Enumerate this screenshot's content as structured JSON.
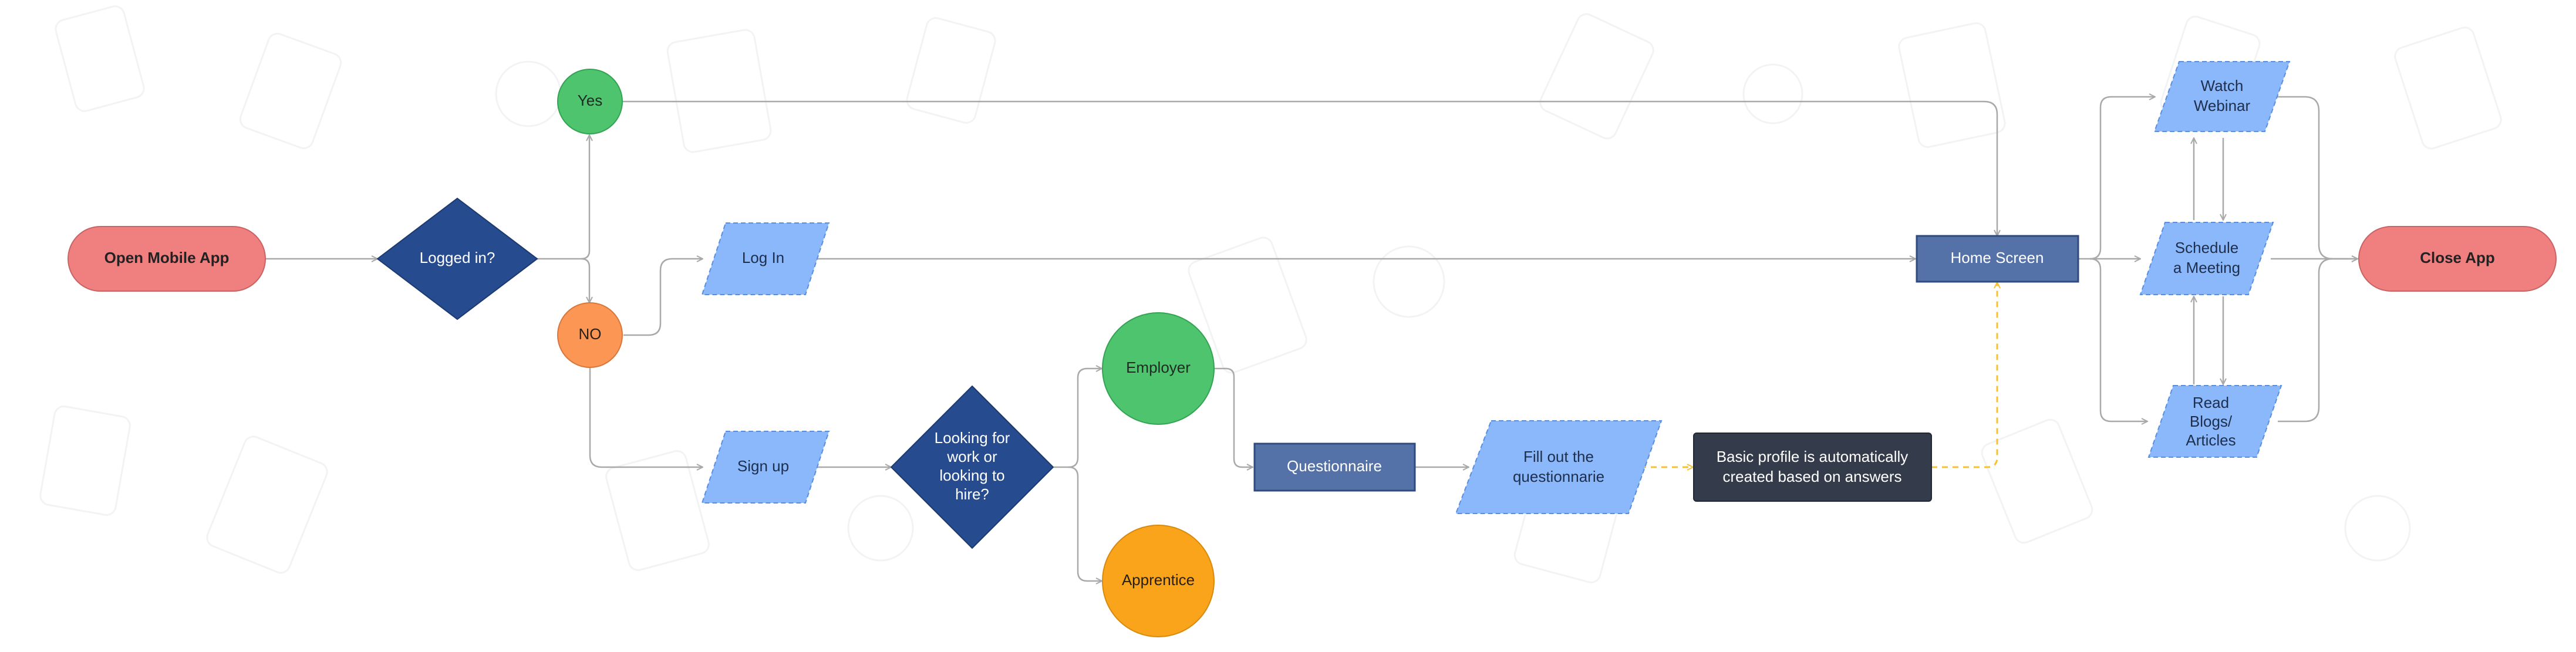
{
  "colors": {
    "terminal": "#f08080",
    "decision": "#264b8e",
    "io": "#8ab8fb",
    "process": "#5572a8",
    "dark_process": "#343b4b",
    "yes": "#4ec46f",
    "no": "#fb9655",
    "apprentice": "#faa41c",
    "connector": "#a9a9a9",
    "dashed_connector": "#f5c233"
  },
  "nodes": {
    "open_app": "Open Mobile App",
    "logged_in": "Logged in?",
    "yes": "Yes",
    "no": "NO",
    "log_in": "Log In",
    "sign_up": "Sign up",
    "looking": [
      "Looking for",
      "work or",
      "looking to",
      "hire?"
    ],
    "employer": "Employer",
    "apprentice": "Apprentice",
    "questionnaire": "Questionnaire",
    "fill_out": [
      "Fill out the",
      "questionnarie"
    ],
    "basic_profile": [
      "Basic profile is automatically",
      "created based on answers"
    ],
    "home_screen": "Home Screen",
    "watch_webinar": [
      "Watch",
      "Webinar"
    ],
    "schedule_meeting": [
      "Schedule",
      "a Meeting"
    ],
    "read_blogs": [
      "Read",
      "Blogs/",
      "Articles"
    ],
    "close_app": "Close App"
  },
  "icons": [
    "arrow-head-icon"
  ]
}
